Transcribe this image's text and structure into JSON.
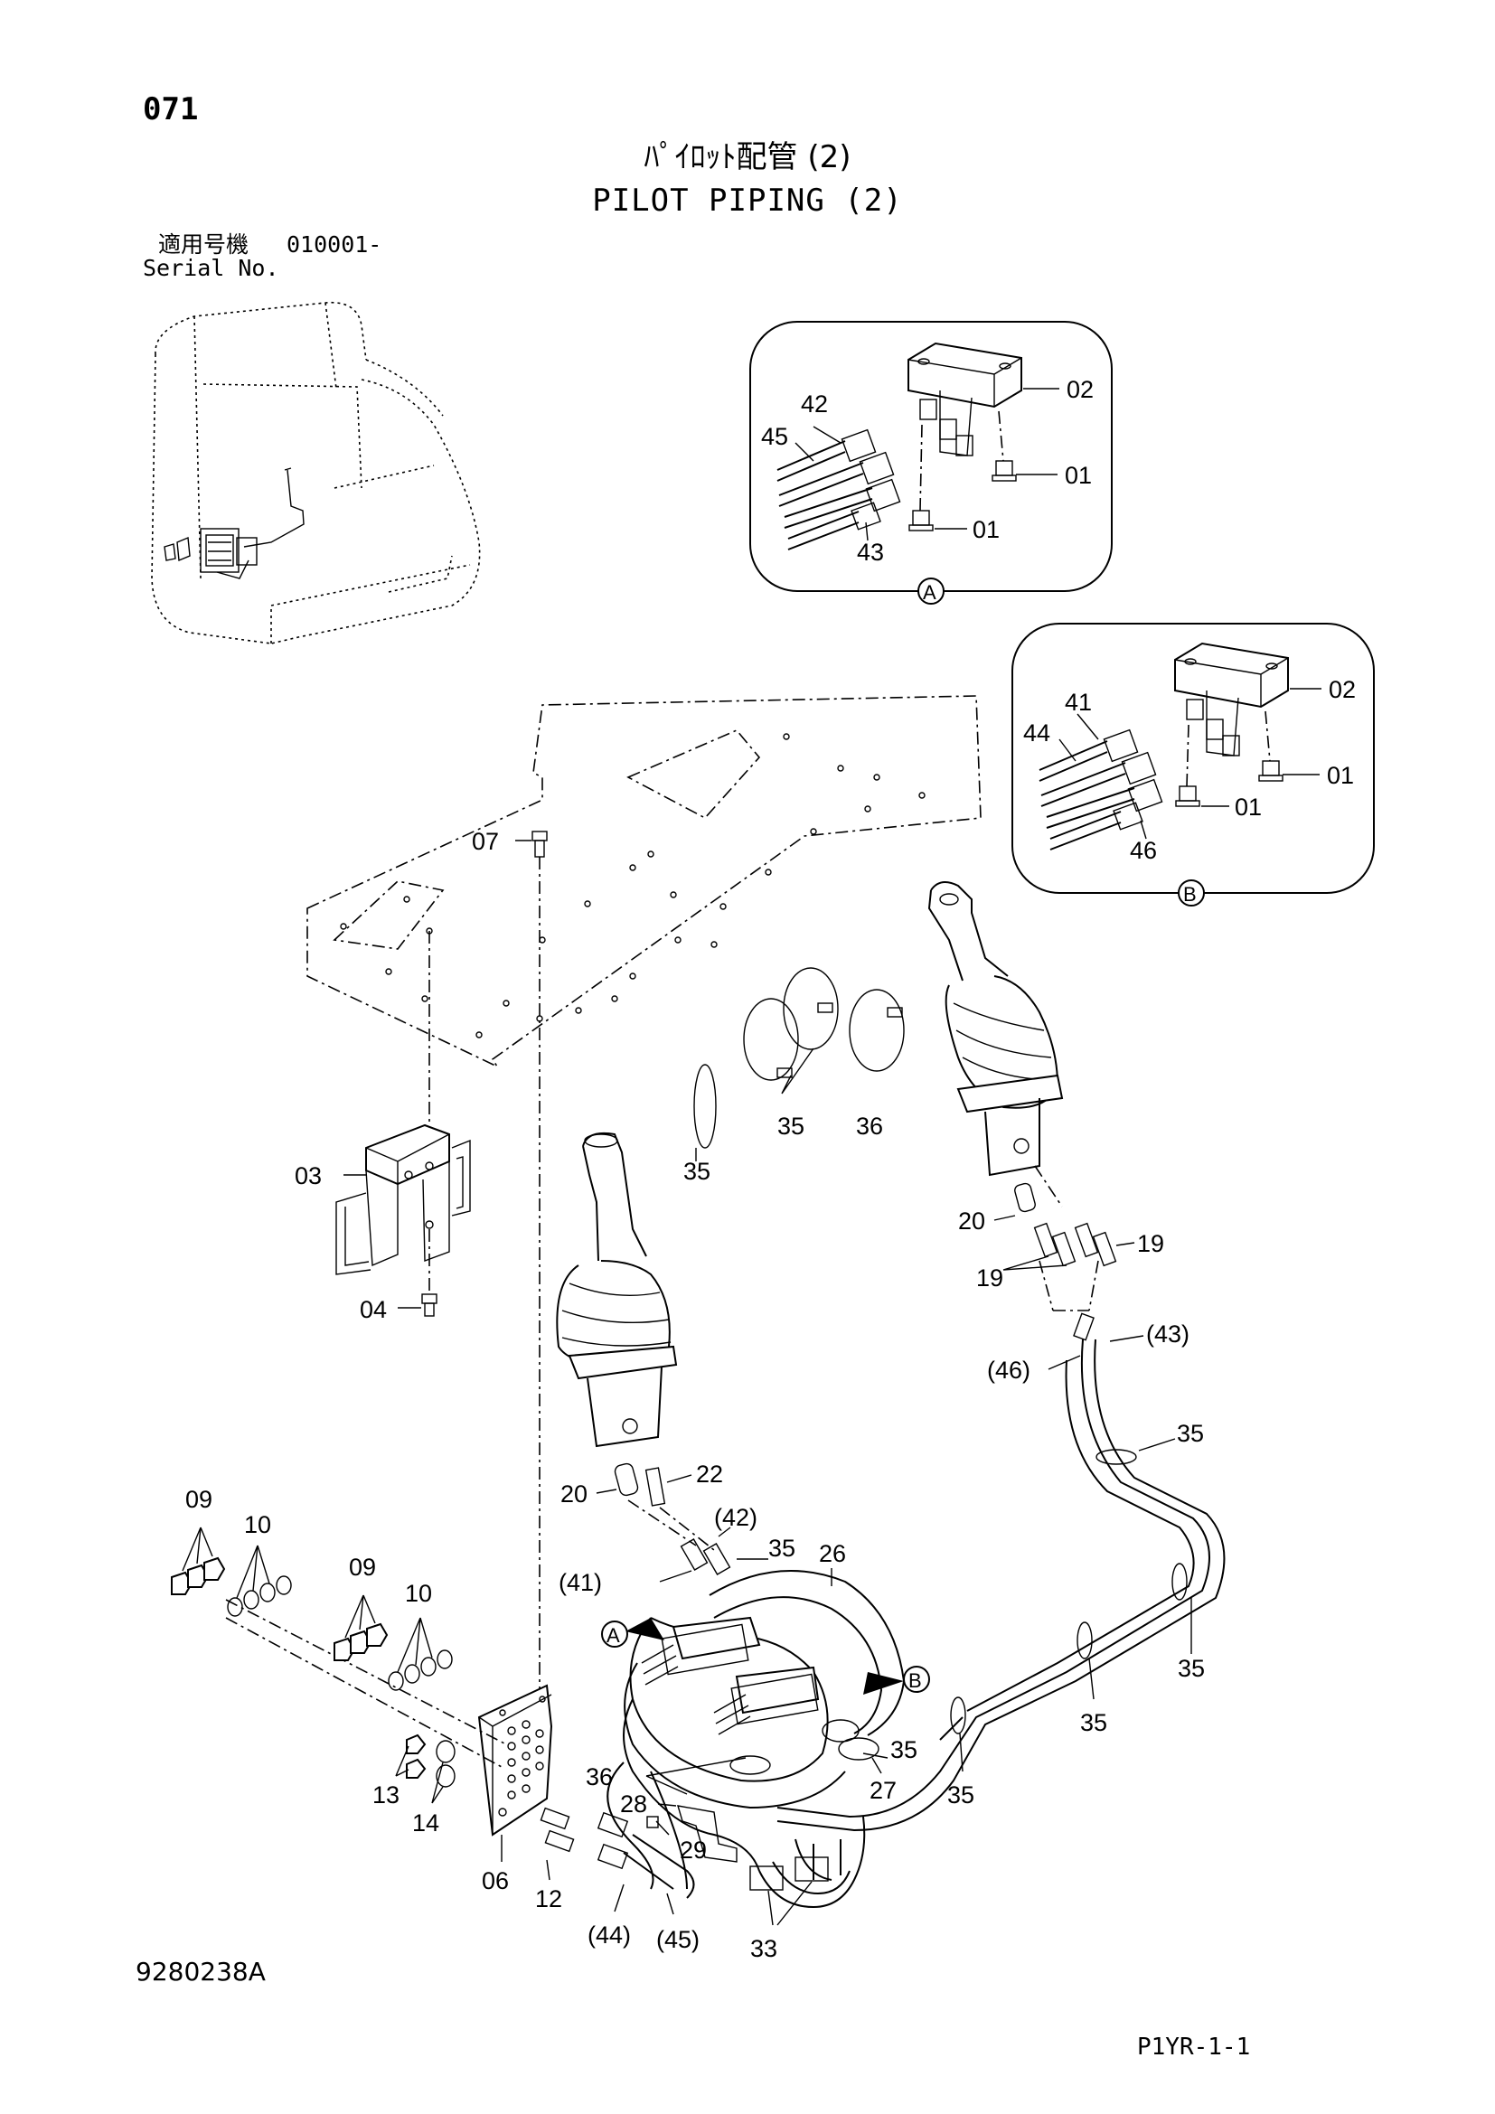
{
  "header": {
    "page_no": "071",
    "title_jp": "ﾊﾟｲﾛｯﾄ配管 (2)",
    "title_en": "PILOT PIPING (2)",
    "serial_label_jp": "適用号機",
    "serial_value": "010001-",
    "serial_label_en": "Serial No."
  },
  "footer": {
    "drawing_no": "9280238A",
    "ref_code": "P1YR-1-1"
  },
  "callouts": {
    "c01": "01",
    "c02": "02",
    "c03": "03",
    "c04": "04",
    "c06": "06",
    "c07": "07",
    "c09": "09",
    "c10": "10",
    "c12": "12",
    "c13": "13",
    "c14": "14",
    "c19": "19",
    "c20": "20",
    "c22": "22",
    "c26": "26",
    "c27": "27",
    "c28": "28",
    "c29": "29",
    "c33": "33",
    "c35": "35",
    "c36": "36",
    "c41": "41",
    "c42": "42",
    "c43": "43",
    "c44": "44",
    "c45": "45",
    "c46": "46",
    "p41": "(41)",
    "p42": "(42)",
    "p43": "(43)",
    "p44": "(44)",
    "p45": "(45)",
    "p46": "(46)"
  },
  "detail_refs": {
    "a": "A",
    "b": "B"
  }
}
